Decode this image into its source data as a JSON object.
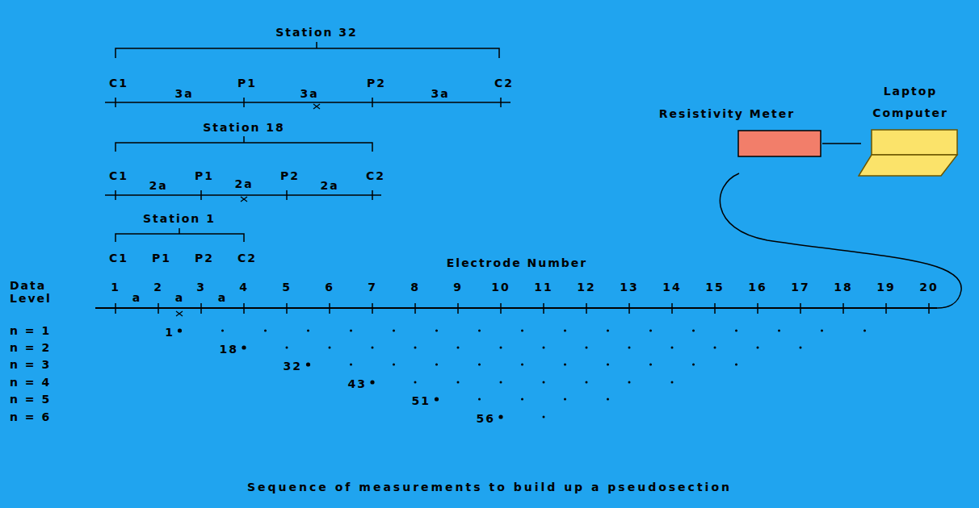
{
  "diagram": {
    "caption": "Sequence of measurements to build up a pseudosection",
    "nodes": [
      {
        "text": [
          "Resistivity Meter"
        ]
      },
      {
        "text": [
          "Laptop Computer"
        ]
      }
    ],
    "edges": [
      {
        "from": 0,
        "to": 1,
        "arrow": "none"
      }
    ],
    "labels": [
      "Station 32",
      "C1",
      "3a",
      "P1",
      "3a",
      "P2",
      "3a",
      "C2",
      "Station 18",
      "C1",
      "2a",
      "P1",
      "2a",
      "P2",
      "2a",
      "C2",
      "Station 1",
      "C1",
      "P1",
      "P2",
      "C2",
      "Electrode Number",
      "Data Level",
      "1",
      "2",
      "3",
      "4",
      "5",
      "6",
      "7",
      "8",
      "9",
      "10",
      "11",
      "12",
      "13",
      "14",
      "15",
      "16",
      "17",
      "18",
      "19",
      "20",
      "a",
      "a",
      "a",
      "n = 1",
      "n = 2",
      "n = 3",
      "n = 4",
      "n = 5",
      "n = 6",
      "1",
      "18",
      "32",
      "43",
      "51",
      "56"
    ]
  }
}
